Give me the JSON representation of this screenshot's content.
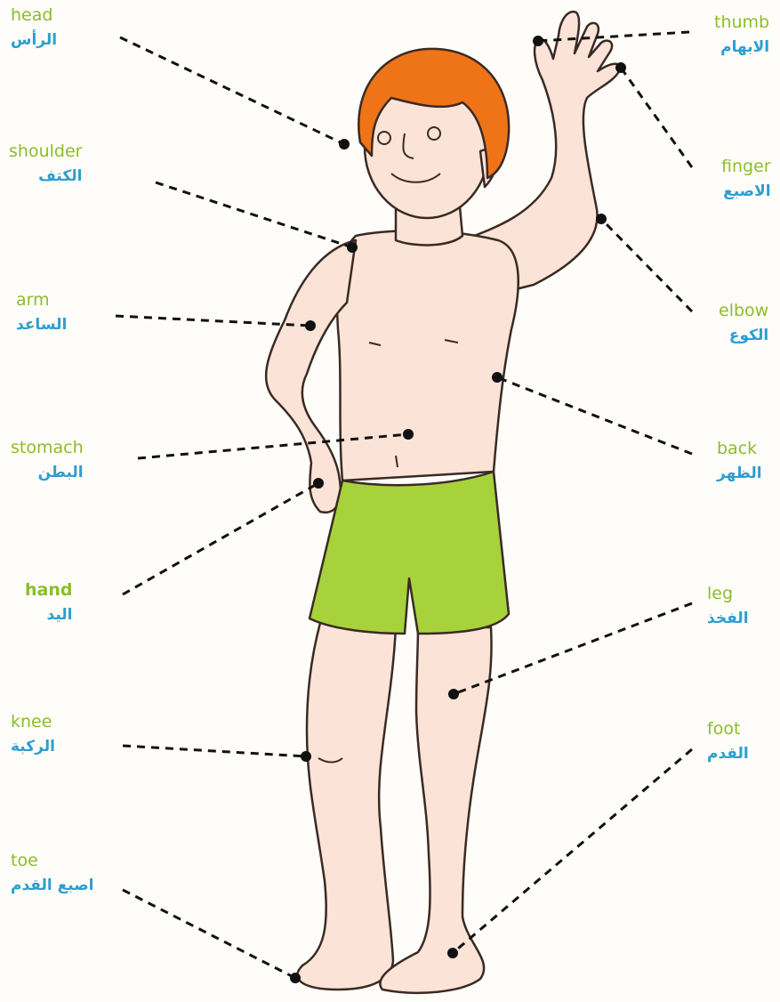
{
  "labels": [
    {
      "id": "head",
      "en": "head",
      "ar": "الرأس",
      "side": "left"
    },
    {
      "id": "shoulder",
      "en": "shoulder",
      "ar": "الكتف",
      "side": "left"
    },
    {
      "id": "arm",
      "en": "arm",
      "ar": "الساعد",
      "side": "left"
    },
    {
      "id": "stomach",
      "en": "stomach",
      "ar": "البطن",
      "side": "left"
    },
    {
      "id": "hand",
      "en": "hand",
      "ar": "اليد",
      "side": "left",
      "bold": true
    },
    {
      "id": "knee",
      "en": "knee",
      "ar": "الركبة",
      "side": "left"
    },
    {
      "id": "toe",
      "en": "toe",
      "ar": "اصبع القدم",
      "side": "left"
    },
    {
      "id": "thumb",
      "en": "thumb",
      "ar": "الابهام",
      "side": "right"
    },
    {
      "id": "finger",
      "en": "finger",
      "ar": "الاصبع",
      "side": "right"
    },
    {
      "id": "elbow",
      "en": "elbow",
      "ar": "الكوع",
      "side": "right"
    },
    {
      "id": "back",
      "en": "back",
      "ar": "الظهر",
      "side": "right"
    },
    {
      "id": "leg",
      "en": "leg",
      "ar": "الفخذ",
      "side": "right"
    },
    {
      "id": "foot",
      "en": "foot",
      "ar": "القدم",
      "side": "right"
    }
  ],
  "colors": {
    "english_text": "#8cbd2a",
    "arabic_text": "#2d9ed0",
    "skin": "#fbe3d8",
    "hair": "#ef7417",
    "shorts": "#a7d23c",
    "leader_line": "#111111"
  }
}
